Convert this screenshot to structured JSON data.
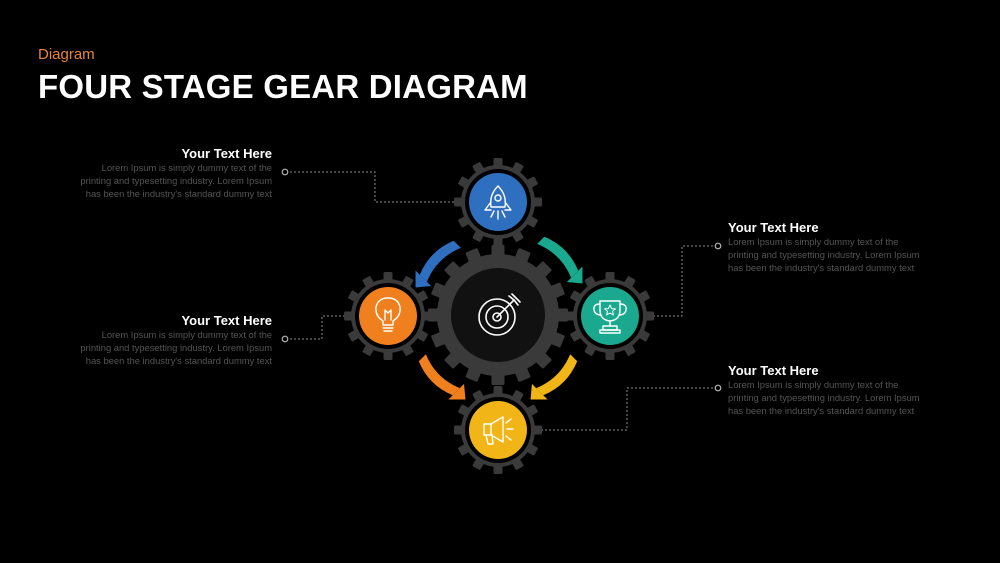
{
  "header": {
    "category": "Diagram",
    "title": "FOUR STAGE GEAR DIAGRAM"
  },
  "colors": {
    "background": "#000000",
    "category": "#e8843a",
    "gear": "#3a3a3a",
    "center_disc": "#111111",
    "blue": "#2f6fc0",
    "teal": "#1aa88e",
    "orange": "#f0801e",
    "yellow": "#f2b518",
    "text_body": "#555555",
    "connector": "#8a8a8a"
  },
  "stages": [
    {
      "id": "top",
      "color_key": "blue",
      "icon": "rocket-icon",
      "heading": "Your Text Here",
      "lines": [
        "Lorem Ipsum is simply dummy text of the",
        "printing and typesetting industry. Lorem Ipsum",
        "has  been the industry's standard dummy text"
      ]
    },
    {
      "id": "right",
      "color_key": "teal",
      "icon": "trophy-icon",
      "heading": "Your Text Here",
      "lines": [
        "Lorem Ipsum is simply dummy text of the",
        "printing and typesetting industry. Lorem Ipsum",
        "has  been the industry's standard dummy text"
      ]
    },
    {
      "id": "left",
      "color_key": "orange",
      "icon": "lightbulb-icon",
      "heading": "Your Text Here",
      "lines": [
        "Lorem Ipsum is simply dummy text of the",
        "printing and typesetting industry. Lorem Ipsum",
        "has  been the industry's standard dummy text"
      ]
    },
    {
      "id": "bottom",
      "color_key": "yellow",
      "icon": "megaphone-icon",
      "heading": "Your Text Here",
      "lines": [
        "Lorem Ipsum is simply dummy text of the",
        "printing and typesetting industry. Lorem Ipsum",
        "has  been the industry's standard dummy text"
      ]
    }
  ],
  "center": {
    "icon": "target-icon"
  }
}
